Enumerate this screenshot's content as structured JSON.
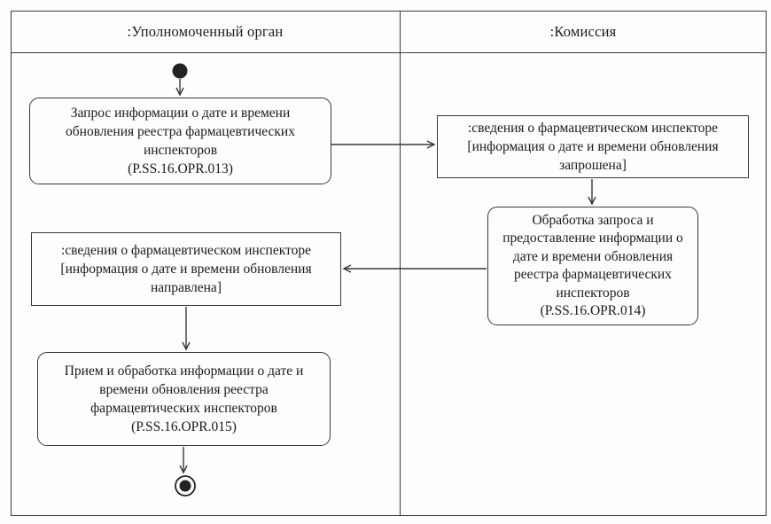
{
  "colors": {
    "line": "#383838",
    "bg": "#fdfdfb",
    "text": "#1b1b1b",
    "node-fill": "#fdfdfb"
  },
  "diagram": {
    "kind": "uml-activity-swimlane",
    "lanes": [
      {
        "id": "lane1",
        "label": ":Уполномоченный орган"
      },
      {
        "id": "lane2",
        "label": ":Комиссия"
      }
    ],
    "nodes": {
      "start": {
        "type": "initial",
        "lane": "lane1"
      },
      "action1": {
        "type": "action",
        "lane": "lane1",
        "label": "Запрос информации о дате и времени\nобновления реестра фармацевтических\nинспекторов\n(P.SS.16.OPR.013)",
        "code": "P.SS.16.OPR.013"
      },
      "object1": {
        "type": "object",
        "lane": "lane2",
        "label": ":сведения о фармацевтическом инспекторе\n[информация о дате и времени обновления\nзапрошена]"
      },
      "action2": {
        "type": "action",
        "lane": "lane2",
        "label": "Обработка запроса и\nпредоставление информации о\nдате и времени обновления\nреестра фармацевтических\nинспекторов\n(P.SS.16.OPR.014)",
        "code": "P.SS.16.OPR.014"
      },
      "object2": {
        "type": "object",
        "lane": "lane1",
        "label": ":сведения о фармацевтическом инспекторе\n[информация о дате и времени обновления\nнаправлена]"
      },
      "action3": {
        "type": "action",
        "lane": "lane1",
        "label": "Прием и обработка информации о дате и\nвремени обновления реестра\nфармацевтических инспекторов\n(P.SS.16.OPR.015)",
        "code": "P.SS.16.OPR.015"
      },
      "end": {
        "type": "final",
        "lane": "lane1"
      }
    },
    "edges": [
      {
        "from": "start",
        "to": "action1"
      },
      {
        "from": "action1",
        "to": "object1"
      },
      {
        "from": "object1",
        "to": "action2"
      },
      {
        "from": "action2",
        "to": "object2"
      },
      {
        "from": "object2",
        "to": "action3"
      },
      {
        "from": "action3",
        "to": "end"
      }
    ]
  }
}
